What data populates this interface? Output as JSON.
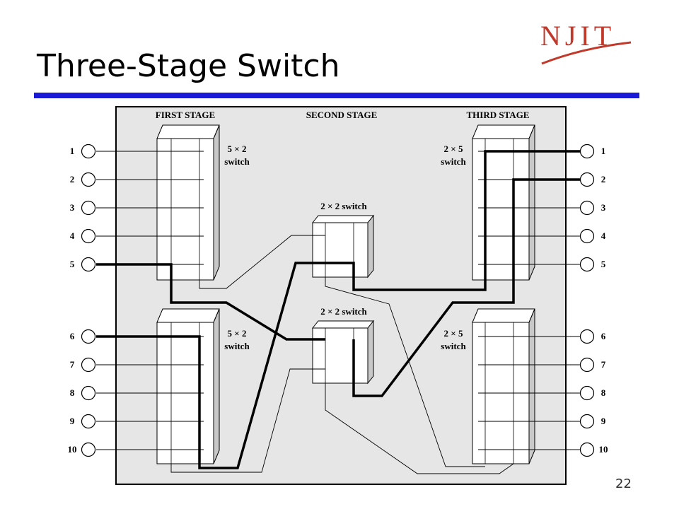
{
  "slide": {
    "title": "Three-Stage Switch",
    "page_number": "22",
    "logo_text": "NJIT"
  },
  "colors": {
    "accent_rule": "#1a1ad6",
    "logo_red": "#c0392b",
    "panel_bg": "#e6e6e6"
  },
  "diagram": {
    "stage_labels": {
      "first": "FIRST STAGE",
      "second": "SECOND STAGE",
      "third": "THIRD STAGE"
    },
    "first_stage_switch": {
      "size": "5 × 2",
      "word": "switch"
    },
    "second_stage_switch": {
      "label": "2 × 2 switch"
    },
    "third_stage_switch": {
      "size": "2 × 5",
      "word": "switch"
    },
    "left_ports": [
      "1",
      "2",
      "3",
      "4",
      "5",
      "6",
      "7",
      "8",
      "9",
      "10"
    ],
    "right_ports": [
      "1",
      "2",
      "3",
      "4",
      "5",
      "6",
      "7",
      "8",
      "9",
      "10"
    ]
  }
}
